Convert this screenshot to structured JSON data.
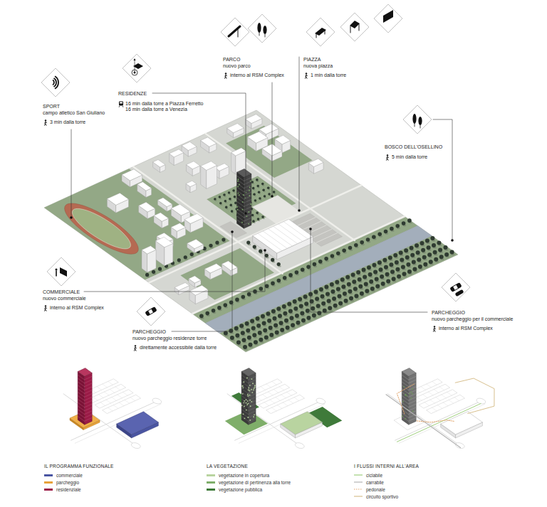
{
  "diagram": {
    "nodes": [
      {
        "text": [
          "PARCO",
          "nuovo parco",
          "interno al RSM Complex"
        ]
      },
      {
        "text": [
          "PIAZZA",
          "nuova piazza",
          "1 min dalla torre"
        ]
      },
      {
        "text": [
          "RESIDENZE",
          "16 min dalla torre a Piazza Ferretto",
          "16 min dalla torre a Venezia"
        ]
      },
      {
        "text": [
          "SPORT",
          "campo atletico San Giuliano",
          "3 min dalla torre"
        ]
      },
      {
        "text": [
          "BOSCO DELL'OSELLINO",
          "5 min dalla torre"
        ]
      },
      {
        "text": [
          "COMMERCIALE",
          "nuovo commerciale",
          "interno al RSM Complex"
        ]
      },
      {
        "text": [
          "PARCHEGGIO",
          "nuovo parcheggio per il commerciale",
          "interno al RSM Complex"
        ]
      },
      {
        "text": [
          "PARCHEGGIO",
          "nuovo parcheggio residenze torre",
          "direttamente accessibile dalla torre"
        ]
      }
    ],
    "labels": [
      "IL PROGRAMMA FUNZIONALE",
      "LA VEGETAZIONE",
      "I FLUSSI INTERNI ALL'AREA"
    ],
    "legend": [
      {
        "text": "commerciale",
        "color": "#4a55a2"
      },
      {
        "text": "parcheggio",
        "color": "#e8a23a"
      },
      {
        "text": "residenziale",
        "color": "#9b1b47"
      },
      {
        "text": "vegetazione in copertura",
        "color": "#b9d4a0"
      },
      {
        "text": "vegetazione di pertinenza alla torre",
        "color": "#7fae6a"
      },
      {
        "text": "vegetazione pubblica",
        "color": "#3f7a3a"
      },
      {
        "text": "ciclabile"
      },
      {
        "text": "carrabile"
      },
      {
        "text": "pedonale"
      },
      {
        "text": "circuito sportivo"
      }
    ]
  }
}
